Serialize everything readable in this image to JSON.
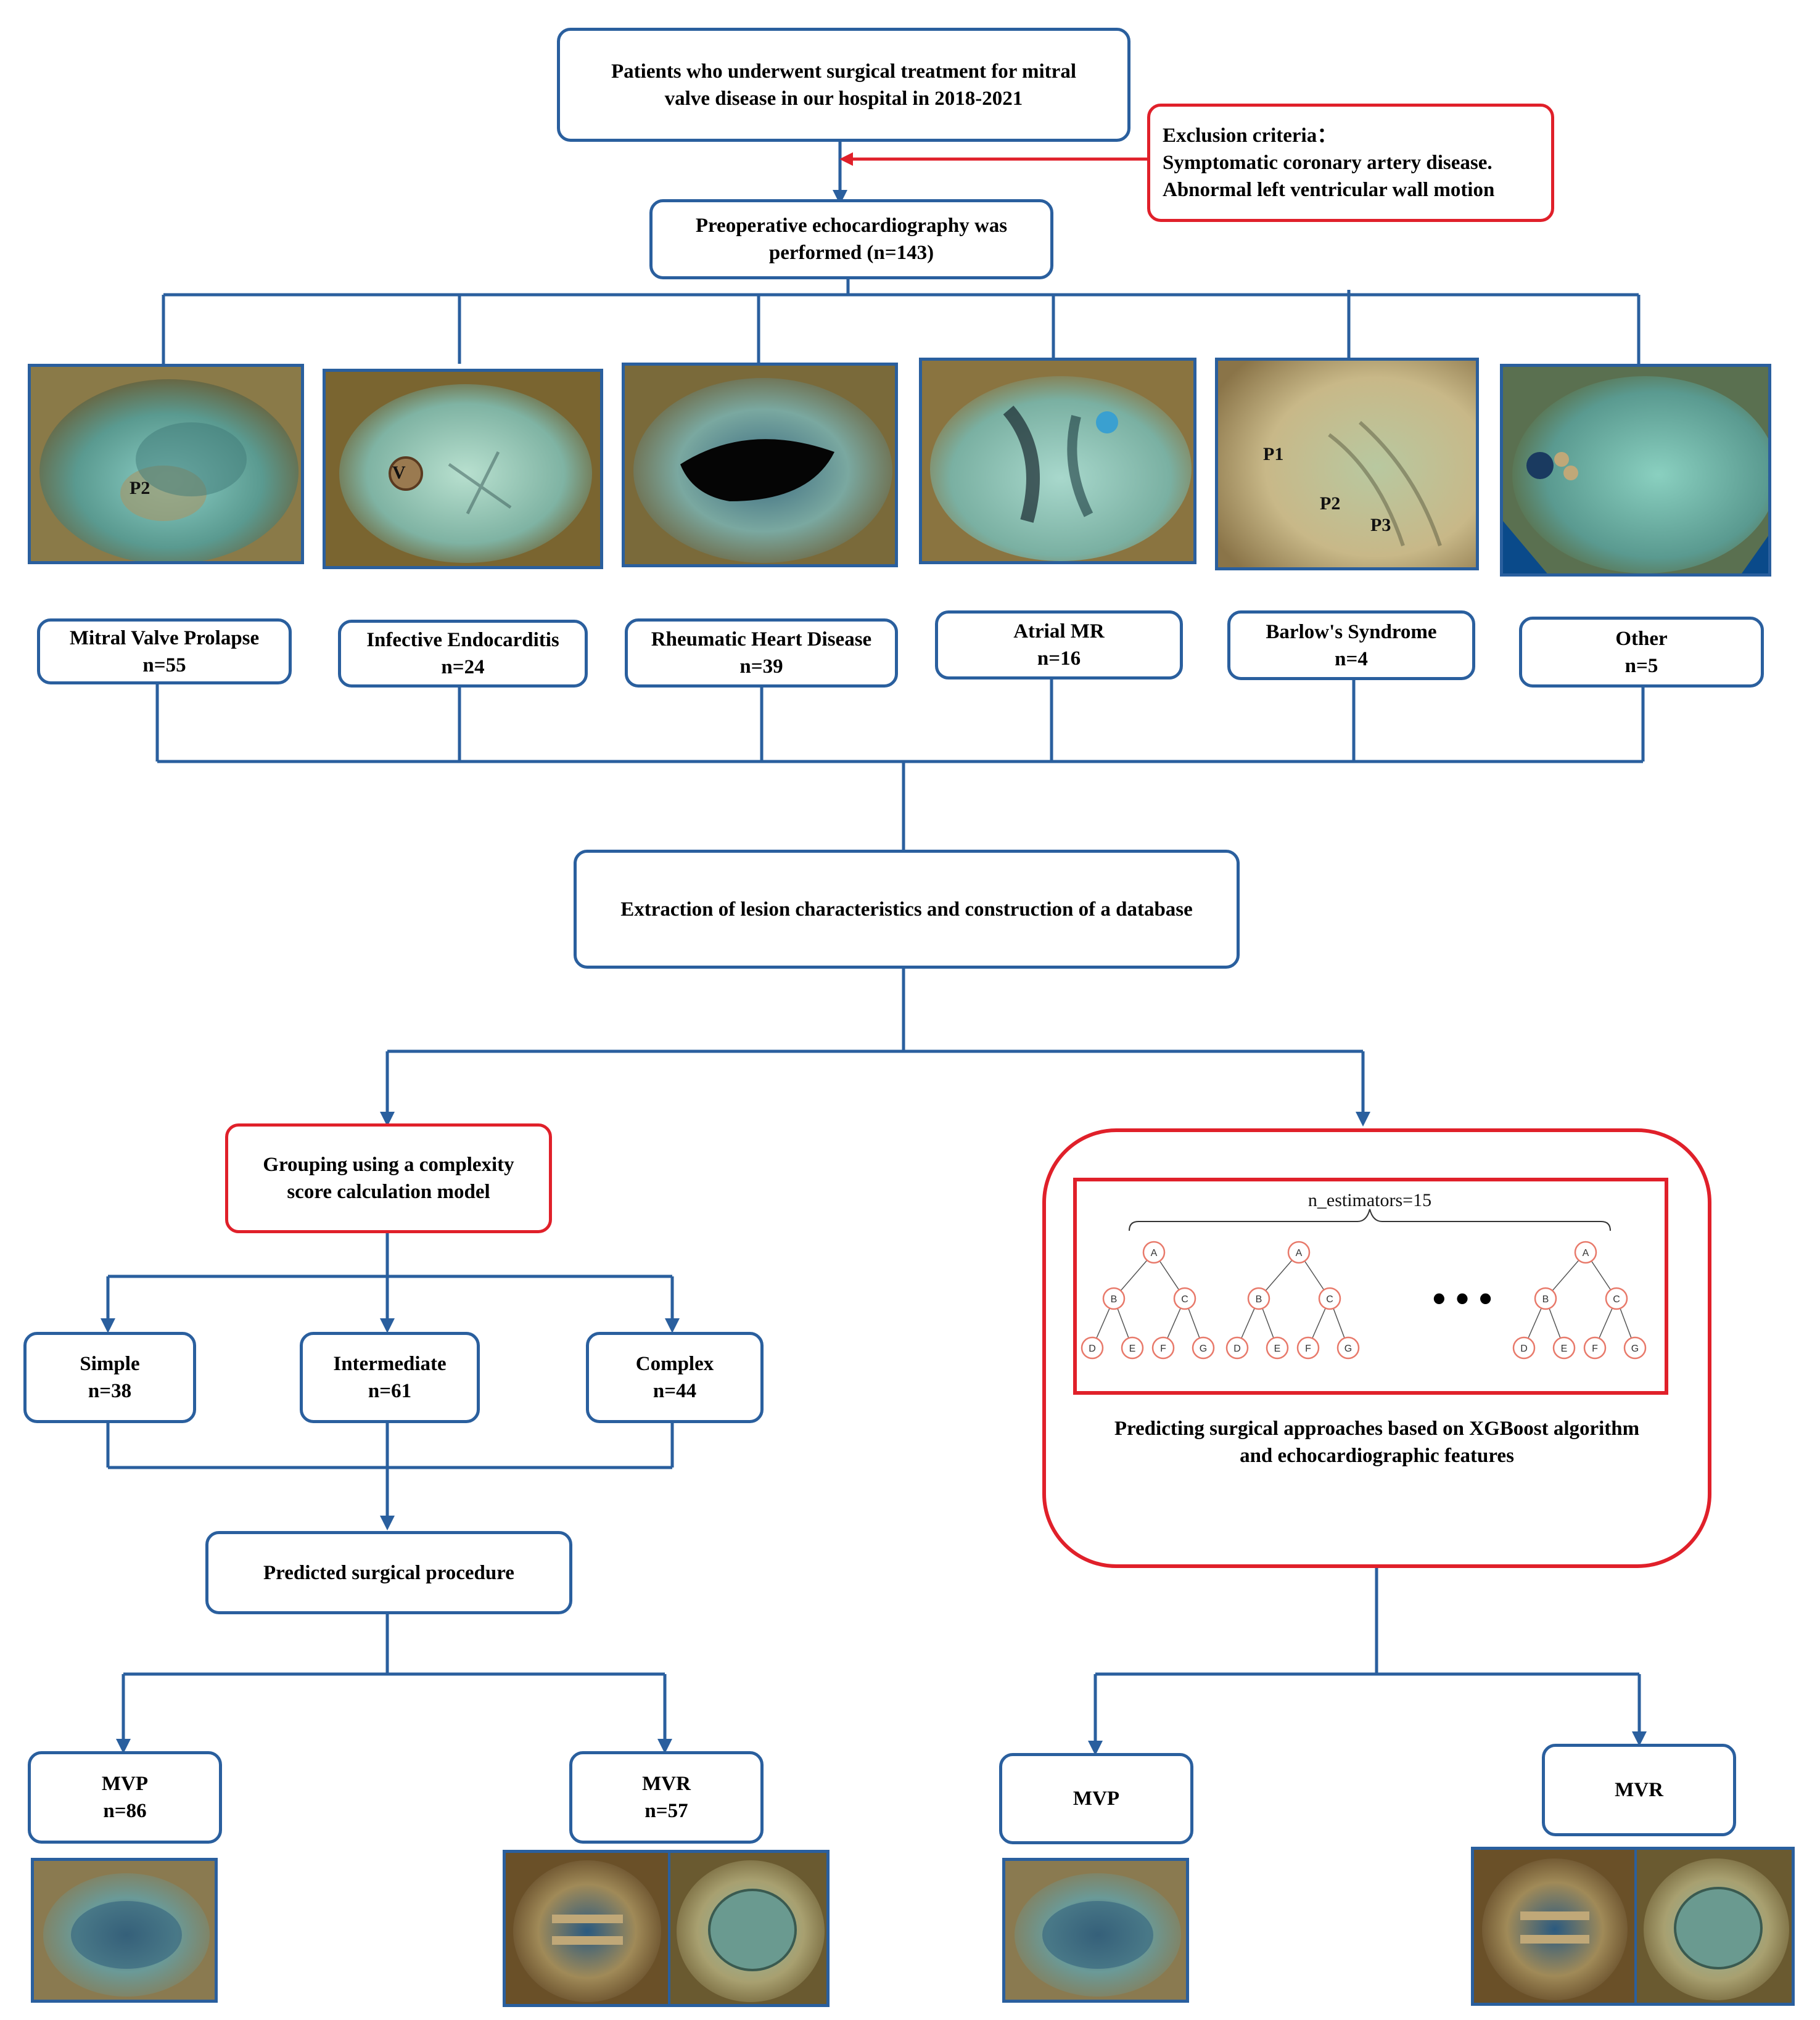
{
  "top": {
    "line1": "Patients who underwent surgical treatment for mitral",
    "line2": "valve disease in our hospital in 2018-2021"
  },
  "exclusion": {
    "title": "Exclusion criteria：",
    "item1": "Symptomatic coronary artery disease.",
    "item2": "Abnormal left ventricular wall motion"
  },
  "echo": {
    "line1": "Preoperative echocardiography was",
    "line2": "performed (n=143)"
  },
  "images": {
    "img1_label": "P2",
    "img2_label": "V",
    "img5_label1": "P1",
    "img5_label2": "P2",
    "img5_label3": "P3"
  },
  "categories": [
    {
      "name": "Mitral Valve Prolapse",
      "n": "n=55"
    },
    {
      "name": "Infective Endocarditis",
      "n": "n=24"
    },
    {
      "name": "Rheumatic Heart Disease",
      "n": "n=39"
    },
    {
      "name": "Atrial MR",
      "n": "n=16"
    },
    {
      "name": "Barlow's Syndrome",
      "n": "n=4"
    },
    {
      "name": "Other",
      "n": "n=5"
    }
  ],
  "extraction": "Extraction of lesion characteristics and construction of a database",
  "grouping": {
    "line1": "Grouping using a complexity",
    "line2": "score calculation model"
  },
  "groups": [
    {
      "name": "Simple",
      "n": "n=38"
    },
    {
      "name": "Intermediate",
      "n": "n=61"
    },
    {
      "name": "Complex",
      "n": "n=44"
    }
  ],
  "predicted": "Predicted surgical procedure",
  "xgboost": {
    "estimators": "n_estimators=15",
    "dots": "• • •",
    "nodes": [
      "A",
      "B",
      "C",
      "D",
      "E",
      "F",
      "G"
    ],
    "caption1": "Predicting surgical approaches based on XGBoost algorithm",
    "caption2": "and echocardiographic features"
  },
  "outcomes_left": [
    {
      "name": "MVP",
      "n": "n=86"
    },
    {
      "name": "MVR",
      "n": "n=57"
    }
  ],
  "outcomes_right": [
    {
      "name": "MVP"
    },
    {
      "name": "MVR"
    }
  ],
  "colors": {
    "blue": "#2a5f9e",
    "red": "#e0202a",
    "tree_node": "#e8796a"
  }
}
